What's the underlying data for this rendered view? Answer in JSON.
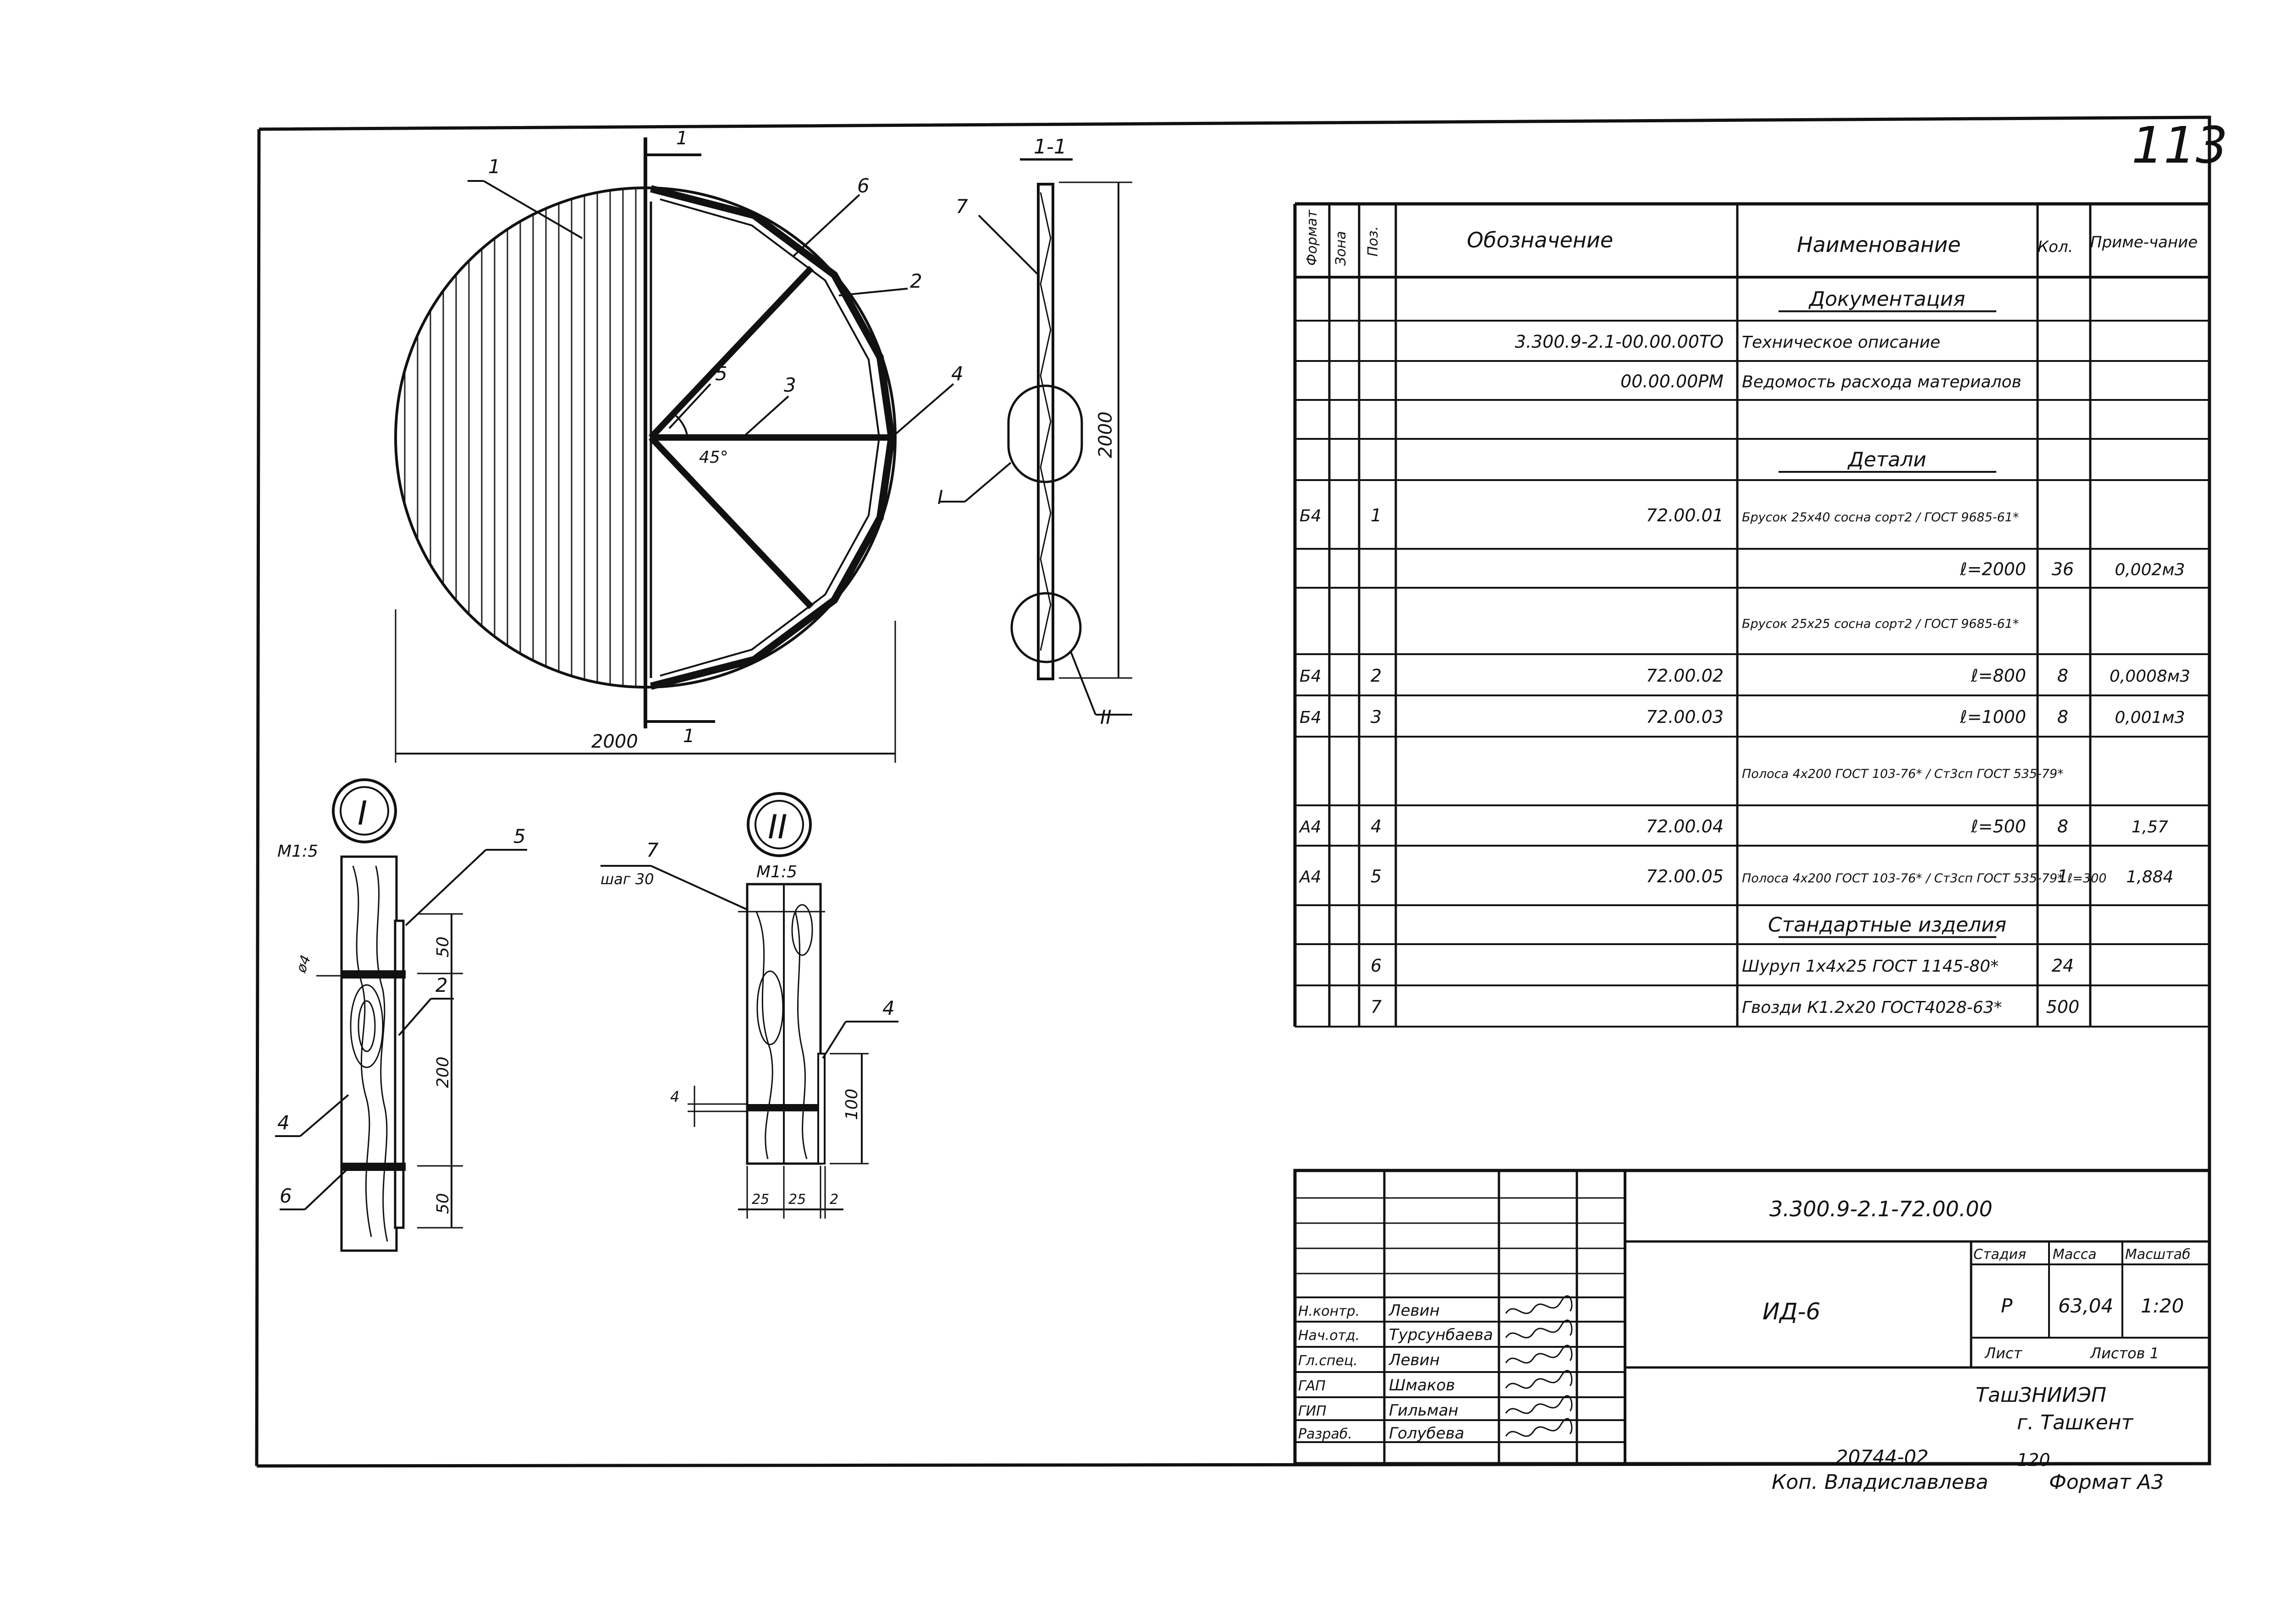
{
  "sheet": {
    "sheet_mark": "113",
    "section_label": "1-1",
    "cut_mark": "1",
    "view_I_label": "I",
    "view_II_label": "II"
  },
  "main_view": {
    "dim_width": "2000",
    "angle": "45°",
    "callouts": [
      "1",
      "2",
      "3",
      "4",
      "5",
      "6"
    ]
  },
  "section_view": {
    "dim_height": "2000",
    "callouts": [
      "7"
    ]
  },
  "detail_I": {
    "scale": "M1:5",
    "hole": "ø4",
    "dims": [
      "50",
      "200",
      "50"
    ],
    "callouts": [
      "5",
      "2",
      "4",
      "6"
    ]
  },
  "detail_II": {
    "scale": "M1:5",
    "note": "шаг 30",
    "dim_side": "100",
    "dim_4": "4",
    "dims_bottom": [
      "25",
      "25",
      "2"
    ],
    "callouts": [
      "7",
      "4"
    ]
  },
  "spec": {
    "headers": {
      "format": "Формат",
      "zone": "Зона",
      "pos": "Поз.",
      "designation": "Обозначение",
      "name": "Наименование",
      "qty": "Кол.",
      "note": "Приме-чание"
    },
    "rows": [
      {
        "format": "",
        "pos": "",
        "designation": "",
        "name": "Документация",
        "qty": "",
        "note": ""
      },
      {
        "format": "",
        "pos": "",
        "designation": "3.300.9-2.1-00.00.00ТО",
        "name": "Техническое описание",
        "qty": "",
        "note": ""
      },
      {
        "format": "",
        "pos": "",
        "designation": "00.00.00РМ",
        "name": "Ведомость расхода материалов",
        "qty": "",
        "note": ""
      },
      {
        "format": "",
        "pos": "",
        "designation": "",
        "name": "",
        "qty": "",
        "note": ""
      },
      {
        "format": "",
        "pos": "",
        "designation": "",
        "name": "Детали",
        "qty": "",
        "note": ""
      },
      {
        "format": "Б4",
        "pos": "1",
        "designation": "72.00.01",
        "name": "Брусок 25x40 сосна сорт2 / ГОСТ 9685-61*",
        "qty": "",
        "note": ""
      },
      {
        "format": "",
        "pos": "",
        "designation": "",
        "name": "ℓ=2000",
        "qty": "36",
        "note": "0,002м3"
      },
      {
        "format": "",
        "pos": "",
        "designation": "",
        "name": "Брусок 25x25 сосна сорт2 / ГОСТ 9685-61*",
        "qty": "",
        "note": ""
      },
      {
        "format": "Б4",
        "pos": "2",
        "designation": "72.00.02",
        "name": "ℓ=800",
        "qty": "8",
        "note": "0,0008м3"
      },
      {
        "format": "Б4",
        "pos": "3",
        "designation": "72.00.03",
        "name": "ℓ=1000",
        "qty": "8",
        "note": "0,001м3"
      },
      {
        "format": "",
        "pos": "",
        "designation": "",
        "name": "Полоса 4x200 ГОСТ 103-76* / Ст3сп ГОСТ 535-79*",
        "qty": "",
        "note": ""
      },
      {
        "format": "А4",
        "pos": "4",
        "designation": "72.00.04",
        "name": "ℓ=500",
        "qty": "8",
        "note": "1,57"
      },
      {
        "format": "А4",
        "pos": "5",
        "designation": "72.00.05",
        "name": "Полоса 4x200 ГОСТ 103-76* / Ст3сп ГОСТ 535-79* ℓ=300",
        "qty": "1",
        "note": "1,884"
      },
      {
        "format": "",
        "pos": "",
        "designation": "",
        "name": "Стандартные изделия",
        "qty": "",
        "note": ""
      },
      {
        "format": "",
        "pos": "6",
        "designation": "",
        "name": "Шуруп 1x4x25 ГОСТ 1145-80*",
        "qty": "24",
        "note": ""
      },
      {
        "format": "",
        "pos": "7",
        "designation": "",
        "name": "Гвозди К1.2x20 ГОСТ4028-63*",
        "qty": "500",
        "note": ""
      }
    ]
  },
  "titleblock": {
    "code": "3.300.9-2.1-72.00.00",
    "title": "ИД-6",
    "stage_label": "Стадия",
    "mass_label": "Масса",
    "scale_label": "Масштаб",
    "stage": "Р",
    "mass": "63,04",
    "scale": "1:20",
    "sheet_label": "Лист",
    "sheets_label": "Листов 1",
    "org_line1": "ТашЗНИИЭП",
    "org_line2": "г. Ташкент",
    "people": [
      {
        "role": "Н.контр.",
        "name": "Левин"
      },
      {
        "role": "Нач.отд.",
        "name": "Турсунбаева"
      },
      {
        "role": "Гл.спец.",
        "name": "Левин"
      },
      {
        "role": "ГАП",
        "name": "Шмаков"
      },
      {
        "role": "ГИП",
        "name": "Гильман"
      },
      {
        "role": "Разраб.",
        "name": "Голубева"
      }
    ]
  },
  "footer": {
    "inv": "20744-02",
    "page": "120",
    "copy": "Коп. Владиславлева",
    "format": "Формат А3"
  }
}
